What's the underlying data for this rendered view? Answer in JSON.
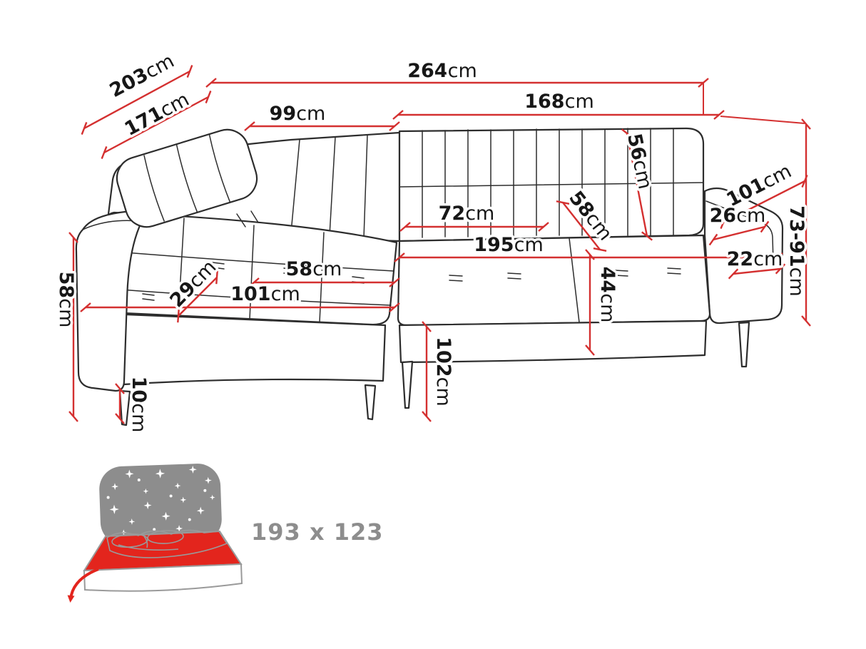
{
  "colors": {
    "outline": "#2d2d2d",
    "dimension_red": "#d43030",
    "label_text": "#171717",
    "bed_gray": "#8d8d8d",
    "bed_red": "#e3251d"
  },
  "dims": {
    "total_width": {
      "num": "264",
      "unit": "cm"
    },
    "depth_outer": {
      "num": "203",
      "unit": "cm"
    },
    "depth_inner": {
      "num": "171",
      "unit": "cm"
    },
    "back_width_left": {
      "num": "99",
      "unit": "cm"
    },
    "back_width_right": {
      "num": "168",
      "unit": "cm"
    },
    "backrest_height": {
      "num": "56",
      "unit": "cm"
    },
    "armrest_length": {
      "num": "101",
      "unit": "cm"
    },
    "armrest_top_width": {
      "num": "26",
      "unit": "cm"
    },
    "height_range": {
      "num": "73-91",
      "unit": "cm"
    },
    "seat_depth": {
      "num": "72",
      "unit": "cm"
    },
    "cushion_depth": {
      "num": "58",
      "unit": "cm"
    },
    "seat_width": {
      "num": "195",
      "unit": "cm"
    },
    "armrest_inner": {
      "num": "22",
      "unit": "cm"
    },
    "chaise_seat_width": {
      "num": "58",
      "unit": "cm"
    },
    "corner_cushion": {
      "num": "29",
      "unit": "cm"
    },
    "chaise_front_width": {
      "num": "101",
      "unit": "cm"
    },
    "seat_height": {
      "num": "44",
      "unit": "cm"
    },
    "arm_height": {
      "num": "58",
      "unit": "cm"
    },
    "leg_height": {
      "num": "10",
      "unit": "cm"
    },
    "chaise_front_depth": {
      "num": "102",
      "unit": "cm"
    }
  },
  "bed": {
    "size": "193 x 123"
  }
}
